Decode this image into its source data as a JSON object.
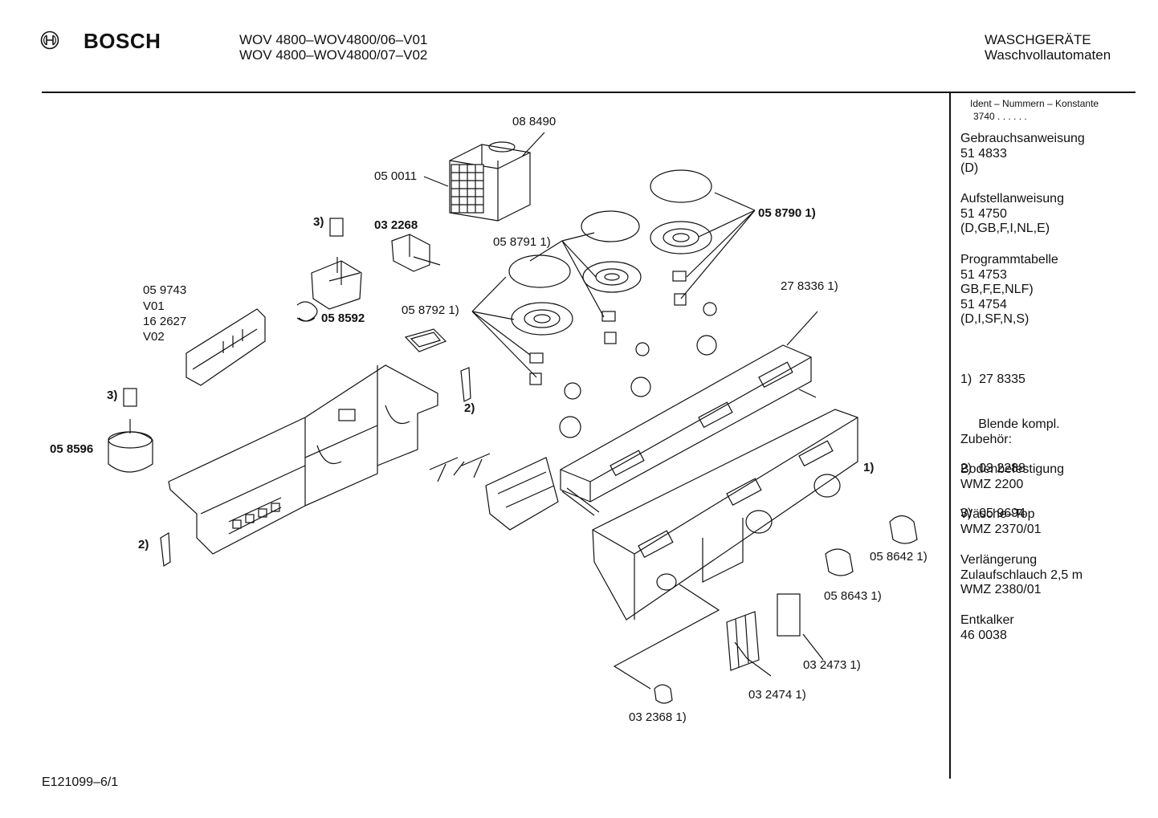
{
  "header": {
    "brand": "BOSCH",
    "model_line1": "WOV 4800–WOV4800/06–V01",
    "model_line2": "WOV 4800–WOV4800/07–V02",
    "category": "WASCHGERÄTE",
    "subcategory": "Waschvollautomaten"
  },
  "sidebar": {
    "ident_title": "Ident – Nummern – Konstante",
    "ident_value": "3740 . . . . . .",
    "blocks": [
      {
        "lines": [
          "Gebrauchsanweisung",
          "51 4833",
          "(D)"
        ]
      },
      {
        "lines": [
          "Aufstellanweisung",
          "51 4750",
          "(D,GB,F,I,NL,E)"
        ]
      },
      {
        "lines": [
          "Programmtabelle",
          "51 4753",
          "GB,F,E,NLF)",
          "51 4754",
          "(D,I,SF,N,S)"
        ]
      },
      {
        "lines": [
          "1)  27 8335",
          "     Blende kompl.",
          "2)  03 2288",
          "3)  05 9694"
        ]
      },
      {
        "lines": [
          "Zubehör:"
        ]
      },
      {
        "lines": [
          "Bodenbefestigung",
          "WMZ 2200"
        ]
      },
      {
        "lines": [
          "Wäsche–Top",
          "WMZ 2370/01"
        ]
      },
      {
        "lines": [
          "Verlängerung",
          "Zulaufschlauch 2,5 m",
          "WMZ 2380/01"
        ]
      },
      {
        "lines": [
          "Entkalker",
          "46 0038"
        ]
      }
    ]
  },
  "parts": {
    "p088490": "08 8490",
    "p050011": "05 0011",
    "p032268": "03 2268",
    "p058790": "05 8790 1)",
    "p058791": "05 8791 1)",
    "p058792": "05 8792 1)",
    "p278336": "27 8336 1)",
    "p059743": "05 9743",
    "v01": "V01",
    "p162627": "16 2627",
    "v02": "V02",
    "p058592": "05 8592",
    "p058596": "05 8596",
    "p058642": "05 8642 1)",
    "p058643": "05 8643 1)",
    "p032473": "03 2473 1)",
    "p032474": "03 2474 1)",
    "p032368": "03 2368 1)",
    "fn3a": "3)",
    "fn3b": "3)",
    "fn2a": "2)",
    "fn2b": "2)",
    "fn1": "1)"
  },
  "footer": {
    "code": "E121099–6/1"
  }
}
